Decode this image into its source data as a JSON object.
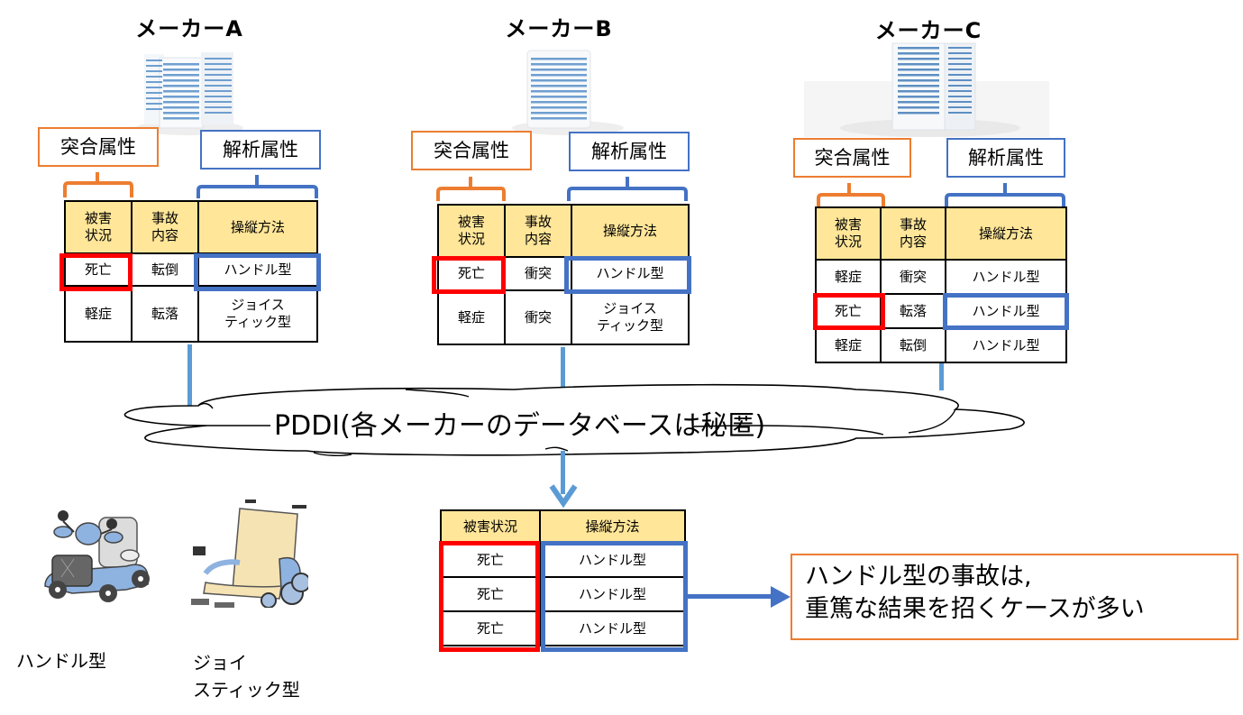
{
  "makers": [
    {
      "title": "メーカーA",
      "match_attr_label": "突合属性",
      "analysis_attr_label": "解析属性",
      "headers": [
        "被害\n状況",
        "事故\n内容",
        "操縦方法"
      ],
      "rows": [
        [
          "死亡",
          "転倒",
          "ハンドル型"
        ],
        [
          "軽症",
          "転落",
          "ジョイス\nティック型"
        ]
      ],
      "highlighted_row": 0
    },
    {
      "title": "メーカーB",
      "match_attr_label": "突合属性",
      "analysis_attr_label": "解析属性",
      "headers": [
        "被害\n状況",
        "事故\n内容",
        "操縦方法"
      ],
      "rows": [
        [
          "死亡",
          "衝突",
          "ハンドル型"
        ],
        [
          "軽症",
          "衝突",
          "ジョイス\nティック型"
        ]
      ],
      "highlighted_row": 0
    },
    {
      "title": "メーカーC",
      "match_attr_label": "突合属性",
      "analysis_attr_label": "解析属性",
      "headers": [
        "被害\n状況",
        "事故\n内容",
        "操縦方法"
      ],
      "rows": [
        [
          "軽症",
          "衝突",
          "ハンドル型"
        ],
        [
          "死亡",
          "転落",
          "ハンドル型"
        ],
        [
          "軽症",
          "転倒",
          "ハンドル型"
        ]
      ],
      "highlighted_row": 1
    }
  ],
  "cloud": {
    "text": "PDDI(各メーカーのデータベースは秘匿)"
  },
  "result_table": {
    "headers": [
      "被害状況",
      "操縦方法"
    ],
    "rows": [
      [
        "死亡",
        "ハンドル型"
      ],
      [
        "死亡",
        "ハンドル型"
      ],
      [
        "死亡",
        "ハンドル型"
      ]
    ]
  },
  "conclusion": {
    "line1": "ハンドル型の事故は,",
    "line2": "重篤な結果を招くケースが多い"
  },
  "vehicles": {
    "handle_label": "ハンドル型",
    "joystick_label_line1": "ジョイ",
    "joystick_label_line2": "スティック型"
  },
  "colors": {
    "match_attr": "#ED7D31",
    "analysis_attr": "#4472C4",
    "highlight_red": "#FF0000",
    "header_fill": "#FFE699",
    "connector": "#5B9BD5"
  }
}
